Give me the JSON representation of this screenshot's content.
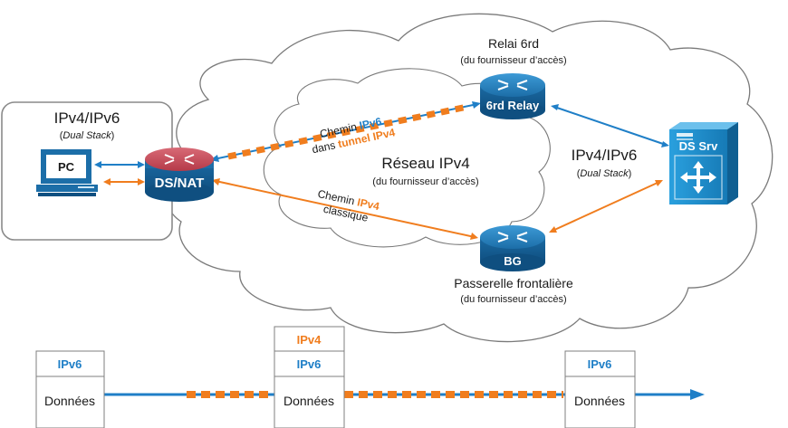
{
  "colors": {
    "blue": "#1f7fc7",
    "orange": "#f07d1e",
    "router_blue": "#1c6ea8",
    "router_red": "#b53a48",
    "server_blue": "#1b8ac9"
  },
  "left_box": {
    "title": "IPv4/IPv6",
    "subtitle_open": "(",
    "subtitle_italic": "Dual Stack",
    "subtitle_close": ")"
  },
  "pc": {
    "label": "PC"
  },
  "dsnat": {
    "label": "DS/NAT"
  },
  "relay": {
    "label": "6rd Relay",
    "title": "Relai 6rd",
    "subtitle": "(du fournisseur d’accès)"
  },
  "bg": {
    "label": "BG",
    "title": "Passerelle frontalière",
    "subtitle": "(du fournisseur d’accès)"
  },
  "server": {
    "label": "DS Srv",
    "title": "IPv4/IPv6",
    "subtitle_open": "(",
    "subtitle_italic": "Dual Stack",
    "subtitle_close": ")"
  },
  "network": {
    "title": "Réseau IPv4",
    "subtitle": "(du fournisseur d’accès)"
  },
  "path_tunnel": {
    "line1_prefix": "Chemin ",
    "line1_highlight": "IPv6",
    "line2_prefix": "dans ",
    "line2_highlight": "tunnel IPv4"
  },
  "path_classic": {
    "line1_prefix": "Chemin ",
    "line1_highlight": "IPv4",
    "line2": "classique"
  },
  "packets": [
    {
      "header": "IPv6",
      "body": "Données"
    },
    {
      "outer_header": "IPv4",
      "header": "IPv6",
      "body": "Données"
    },
    {
      "header": "IPv6",
      "body": "Données"
    }
  ]
}
